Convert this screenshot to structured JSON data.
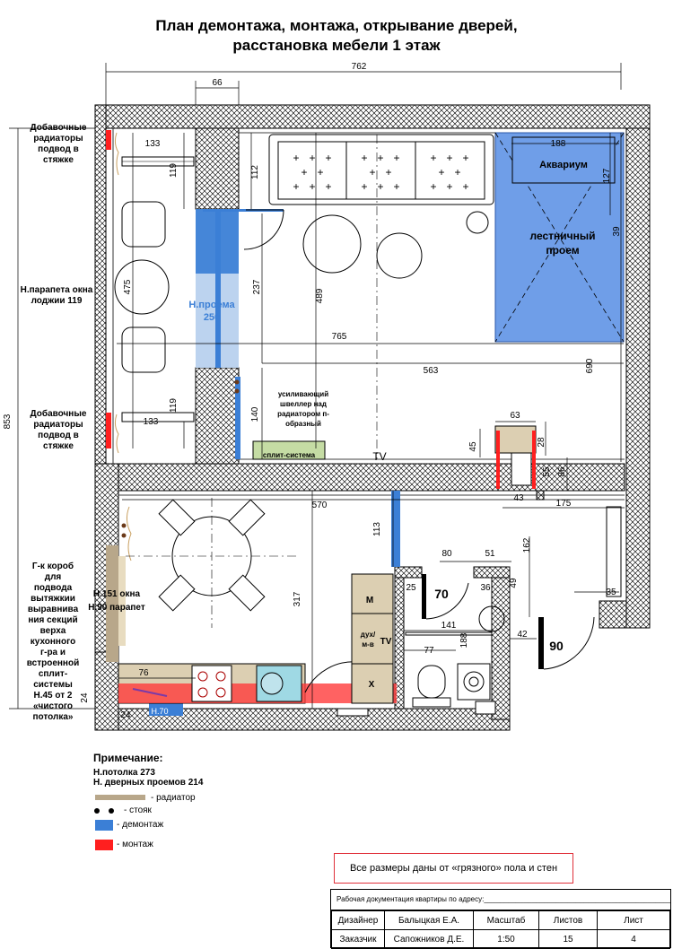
{
  "title": {
    "line1": "План демонтажа, монтажа, открывание дверей,",
    "line2": "расстановка мебели 1 этаж"
  },
  "dimensions": {
    "d762": "762",
    "d66": "66",
    "d133a": "133",
    "d119a": "119",
    "d112": "112",
    "d188": "188",
    "d127": "127",
    "d39": "39",
    "d475": "475",
    "d237": "237",
    "d489": "489",
    "d765": "765",
    "d563": "563",
    "d690": "690",
    "d140": "140",
    "d133b": "133",
    "d119b": "119",
    "d853": "853",
    "d63": "63",
    "d28": "28",
    "d45": "45",
    "d55": "55",
    "d86": "86",
    "d43": "43",
    "d175": "175",
    "d570": "570",
    "d113": "113",
    "d80": "80",
    "d51": "51",
    "d162": "162",
    "d25": "25",
    "d36": "36",
    "d49": "49",
    "d141": "141",
    "d77": "77",
    "d188b": "188",
    "d42": "42",
    "d35": "35",
    "d317": "317",
    "d76": "76",
    "d24a": "24",
    "d24b": "24"
  },
  "labels": {
    "aquarium": "Аквариум",
    "stair_line1": "лестничный",
    "stair_line2": "проем",
    "opening_line1": "Н.проема",
    "opening_line2": "250",
    "beam_line1": "усиливающий",
    "beam_line2": "швеллер над",
    "beam_line3": "радиатором п-",
    "beam_line4": "образный",
    "split": "сплит-система",
    "tv1": "TV",
    "tv2": "TV",
    "door70": "70",
    "door90": "90",
    "cab_m": "М",
    "cab_oven_line1": "дух/",
    "cab_oven_line2": "м-в",
    "cab_x": "Х",
    "window_line1": "Н.151 окна",
    "window_line2": "Н.90 парапет",
    "h70": "Н.70"
  },
  "side_notes": {
    "rad_top_1": "Добавочные",
    "rad_top_2": "радиаторы",
    "rad_top_3": "подвод в",
    "rad_top_4": "стяжке",
    "parapet_1": "Н.парапета окна",
    "parapet_2": "лоджии 119",
    "rad_bot_1": "Добавочные",
    "rad_bot_2": "радиаторы",
    "rad_bot_3": "подвод в",
    "rad_bot_4": "стяжке",
    "box": [
      "Г-к короб",
      "для",
      "подвода",
      "вытяжкии",
      "выравнива",
      "ния секций",
      "верха",
      "кухонного",
      "г-ра и",
      "встроенной",
      "сплит-",
      "системы",
      "Н.45 от 2",
      "«чистого",
      "потолка»"
    ]
  },
  "notes": {
    "heading": "Примечание:",
    "ceiling": "Н.потолка 273",
    "doors": "Н. дверных проемов 214"
  },
  "legend": {
    "radiator": "- радиатор",
    "riser": "- стояк",
    "demolition": "- демонтаж",
    "mounting": "- монтаж"
  },
  "colors": {
    "demolition": "#3b7fd6",
    "mounting": "#ff1f1f",
    "radiator": "#b8a78a",
    "stair_fill": "#6f9ee8",
    "split_fill": "#c5dca4",
    "cabinet_fill": "#dccfb2"
  },
  "notice": "Все размеры даны от «грязного» пола и стен",
  "stamp": {
    "address": "Рабочая документация квартиры по адресу:_______________________________________________",
    "designer_label": "Дизайнер",
    "designer_name": "Балыцкая Е.А.",
    "scale_label": "Масштаб",
    "sheets_label": "Листов",
    "sheet_label": "Лист",
    "customer_label": "Заказчик",
    "customer_name": "Сапожников Д.Е.",
    "scale_value": "1:50",
    "sheets_value": "15",
    "sheet_value": "4"
  }
}
